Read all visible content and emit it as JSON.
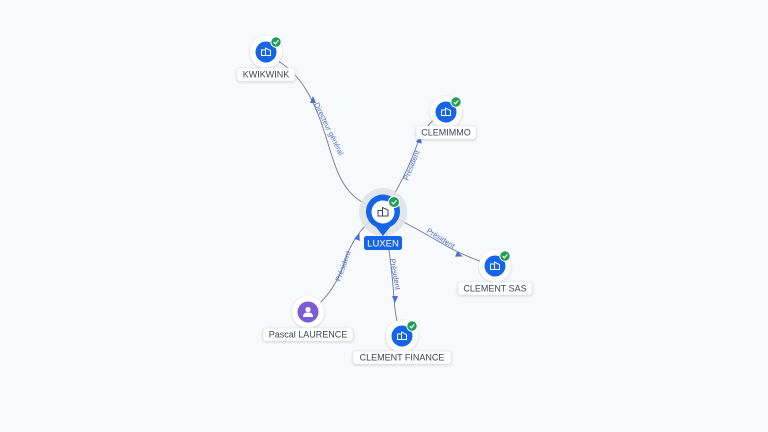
{
  "graph": {
    "center": {
      "name": "LUXEN",
      "type": "company",
      "icon": "company-building-icon",
      "status": "active",
      "status_icon": "check-badge-icon",
      "color": "#1565e6",
      "label_color": "#1565e6"
    },
    "nodes": [
      {
        "id": "kwikwink",
        "name": "KWIKWINK",
        "type": "company",
        "icon": "company-building-icon",
        "status_icon": "check-badge-icon",
        "edge_label": "Directeur général",
        "direction": "to-center"
      },
      {
        "id": "clemimmo",
        "name": "CLEMIMMO",
        "type": "company",
        "icon": "company-building-icon",
        "status_icon": "check-badge-icon",
        "edge_label": "Président",
        "direction": "from-center"
      },
      {
        "id": "clement-sas",
        "name": "CLEMENT SAS",
        "type": "company",
        "icon": "company-building-icon",
        "status_icon": "check-badge-icon",
        "edge_label": "Président",
        "direction": "from-center"
      },
      {
        "id": "clement-finance",
        "name": "CLEMENT FINANCE",
        "type": "company",
        "icon": "company-building-icon",
        "status_icon": "check-badge-icon",
        "edge_label": "Président",
        "direction": "from-center"
      },
      {
        "id": "pascal-laurence",
        "name": "Pascal LAURENCE",
        "type": "person",
        "icon": "person-icon",
        "status_icon": "",
        "edge_label": "Président",
        "direction": "to-center"
      }
    ],
    "colors": {
      "company_icon": "#1565e6",
      "person_icon": "#7b5cd6",
      "status_ok": "#1f9d55",
      "edge": "#6b7a99",
      "edge_label": "#4a6fd1"
    }
  }
}
